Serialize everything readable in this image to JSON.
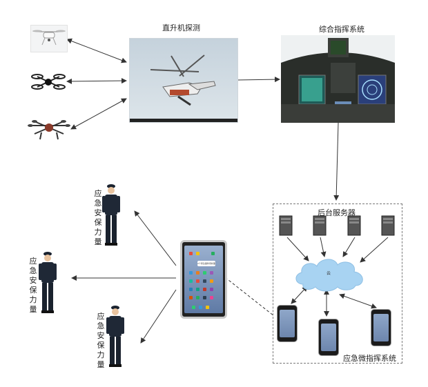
{
  "nodes": {
    "helicopter": "直升机探测",
    "command": "综合指挥系统",
    "server": "后台服务器",
    "cloud": "云",
    "micro": "应急微指挥系统",
    "force_top": "应急安保力量",
    "force_left": "应急安保力量",
    "force_bottom": "应急安保力量",
    "phone_banner": "2个紧急事件待处理"
  },
  "colors": {
    "cloud": "#a8d3f2",
    "arrow": "#333333",
    "dashed_box": "#777777"
  },
  "icons": [
    "drone-icon",
    "quadcopter-icon",
    "hexacopter-icon",
    "server-icon",
    "cloud-icon",
    "phone-icon",
    "officer-icon"
  ]
}
